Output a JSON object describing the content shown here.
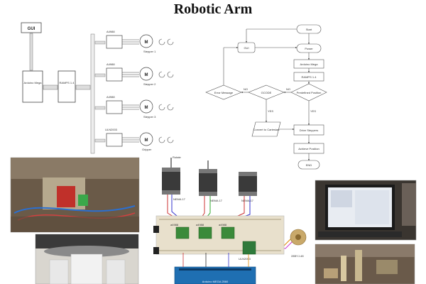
{
  "title": "Robotic Arm",
  "block_diagram": {
    "gui": "GUI",
    "arduino": "Arduino Mega",
    "ramps": "RAMPS 1.4",
    "drivers": [
      {
        "driver": "A4988",
        "motor": "M",
        "label": "Stepper 1"
      },
      {
        "driver": "A4988",
        "motor": "M",
        "label": "Stepper 2"
      },
      {
        "driver": "A4988",
        "motor": "M",
        "label": "Stepper 3"
      },
      {
        "driver": "ULN2003",
        "motor": "M",
        "label": "Gripper"
      }
    ]
  },
  "flowchart": {
    "start": "Start",
    "gui": "GUI",
    "power": "Power",
    "arduino": "Arduino Mega",
    "ramps": "RAMPS 1.4",
    "predefined": "Predefined Position",
    "error": "Error Message",
    "gcode": "GCODE",
    "convert": "Convert to Cartesian",
    "drive": "Drive Steppers",
    "achieve": "Achieve Position",
    "end": "END",
    "no1": "NO",
    "no2": "NO",
    "yes1": "YES",
    "yes2": "YES"
  },
  "wiring": {
    "rotate": "Rotate",
    "nema1": "NEMA 17",
    "nema2": "NEMA 17",
    "nema3": "NEMA 17",
    "a4988_1": "a4988",
    "a4988_2": "a4988",
    "a4988_3": "a4988",
    "uln": "ULN2003",
    "byj": "28BYJ-48",
    "arduino": "Arduino MEGA 2560"
  },
  "colors": {
    "motor": "#333333",
    "breadboard": "#e8e0cc",
    "driver": "#3a8a3a",
    "arduino": "#1f6fb2",
    "flow_stroke": "#555555"
  }
}
